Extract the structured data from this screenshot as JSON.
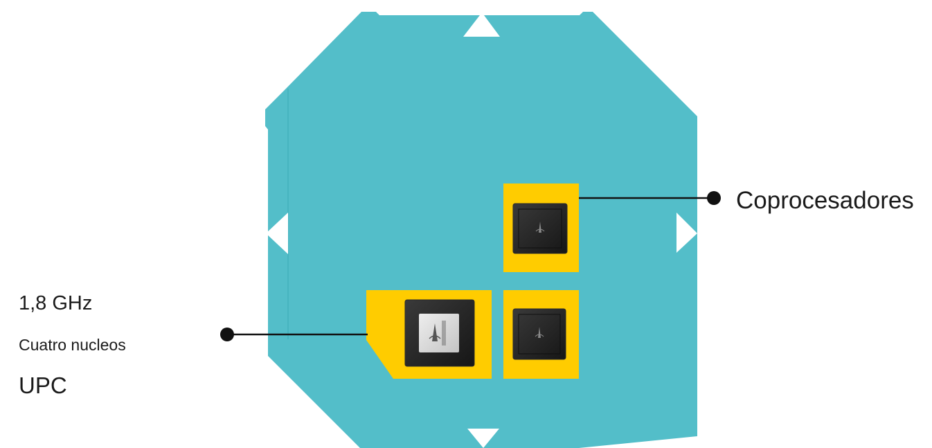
{
  "labels": {
    "coprocessors": "Coprocesadores",
    "cpu_frequency": "1,8 GHz",
    "cpu_cores": "Cuatro nucleos",
    "cpu": "UPC"
  },
  "colors": {
    "board": "#53BEC9",
    "board_edge": "#3aa9b5",
    "chip_pad": "#FFCC00",
    "chip": "#2b2b2b",
    "cpu_die": "#d9d9d9",
    "arrow": "#ffffff",
    "leader_line": "#111111"
  },
  "icons": {
    "cpu_die_logo": "broadcom-logo",
    "coprocessor_logo": "broadcom-logo"
  }
}
